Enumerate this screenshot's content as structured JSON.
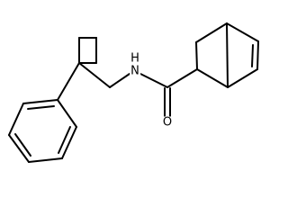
{
  "molecule": {
    "atoms": {
      "nitrogen": "N",
      "nitrogen_hydrogen": "H",
      "oxygen": "O"
    },
    "bond_color": "#000000",
    "background_color": "#ffffff"
  }
}
